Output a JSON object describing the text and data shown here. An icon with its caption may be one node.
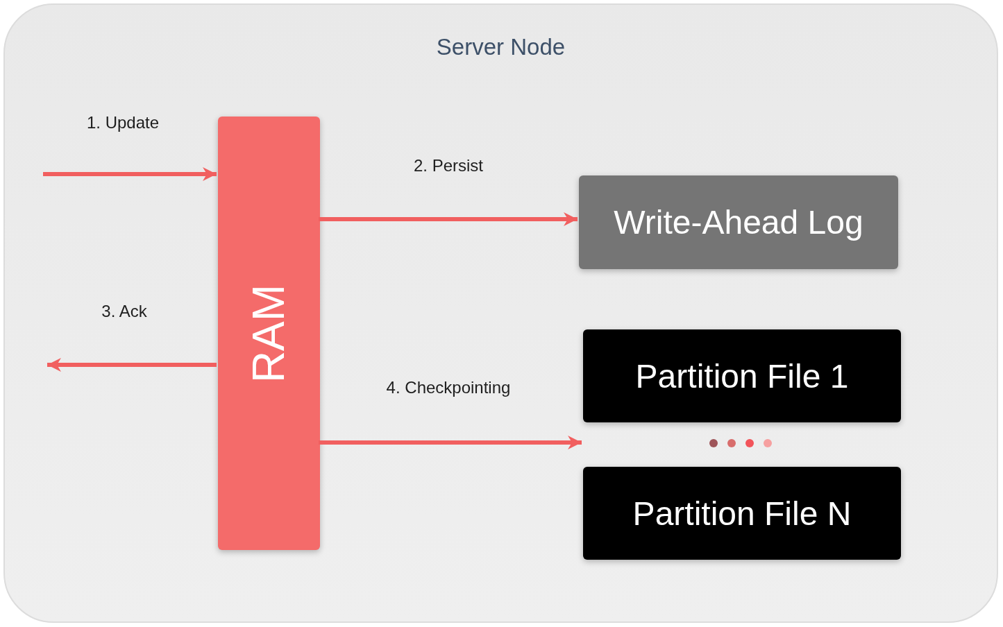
{
  "diagram": {
    "nodes": [
      {
        "text": [
          "Server Node"
        ]
      },
      {
        "text": [
          "RAM"
        ],
        "in": 0
      },
      {
        "text": [
          "Write-Ahead Log"
        ],
        "in": 0
      },
      {
        "text": [
          "Partition File 1"
        ],
        "in": 0
      },
      {
        "text": [
          "Partition File N"
        ],
        "in": 0
      }
    ],
    "edges": [
      {
        "from": null,
        "to": 1,
        "arrow": "to",
        "label": "1. Update"
      },
      {
        "from": 1,
        "to": 2,
        "arrow": "to",
        "label": "2. Persist"
      },
      {
        "from": 1,
        "to": null,
        "arrow": "to",
        "label": "3. Ack"
      },
      {
        "from": 1,
        "to": 3,
        "arrow": "to",
        "label": "4. Checkpointing"
      }
    ]
  }
}
